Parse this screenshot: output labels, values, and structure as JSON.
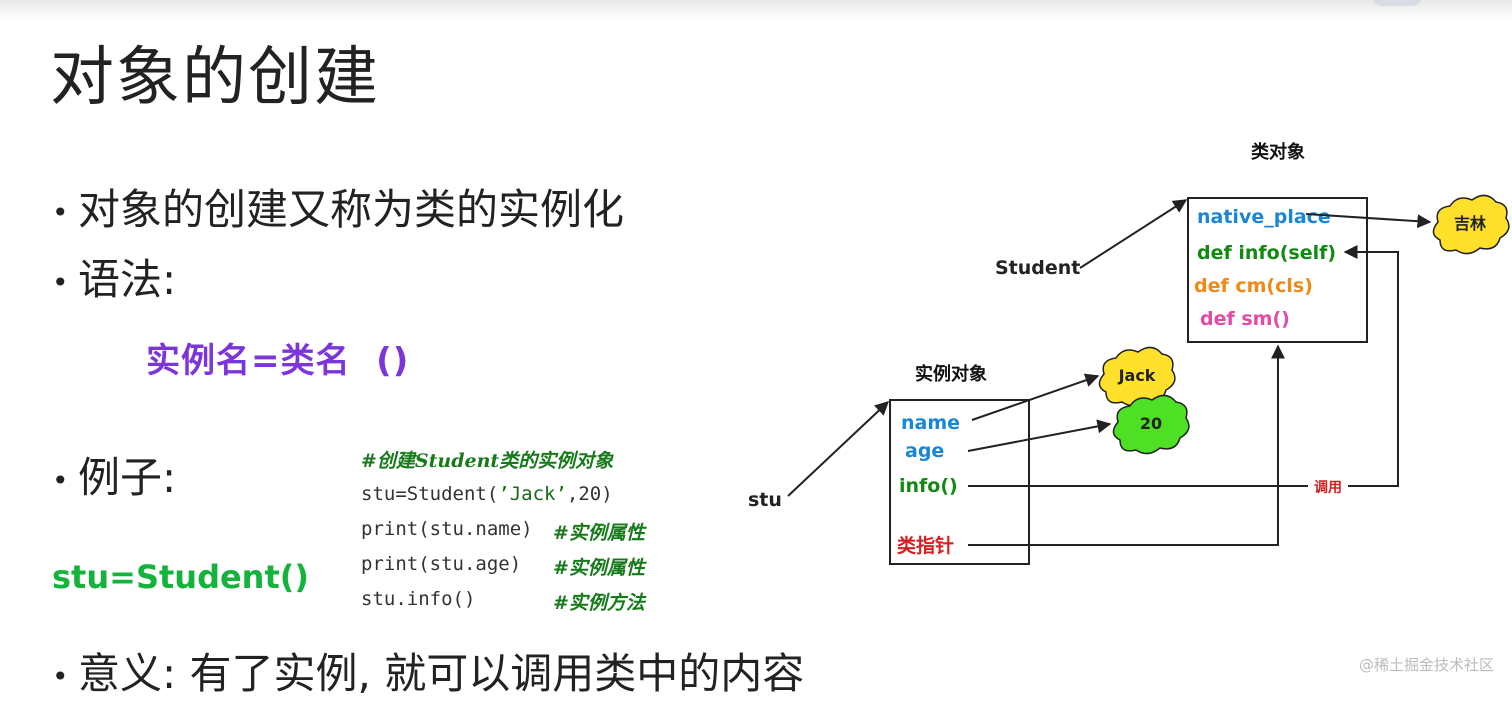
{
  "slide": {
    "title": "对象的创建",
    "bullets": [
      "对象的创建又称为类的实例化",
      "语法:",
      "例子:",
      "意义: 有了实例, 就可以调用类中的内容"
    ],
    "bullet_symbol": "•",
    "syntax": "实例名=类名  ()",
    "example_call": "stu=Student()"
  },
  "code": {
    "comment": "#创建Student类的实例对象",
    "line1_prefix": "stu=Student(",
    "line1_str": "’Jack’",
    "line1_suffix": ",20)",
    "line2": "print(stu.name)",
    "line2_comment": "#实例属性",
    "line3": "print(stu.age)",
    "line3_comment": "#实例属性",
    "line4": "stu.info()",
    "line4_comment": "#实例方法"
  },
  "diagram": {
    "class_title": "类对象",
    "class_label": "Student",
    "class_members": [
      "native_place",
      "def info(self)",
      "def cm(cls)",
      "def sm()"
    ],
    "class_member_colors": [
      "#1a86d6",
      "#128a12",
      "#f08a16",
      "#e24aa6"
    ],
    "instance_title": "实例对象",
    "instance_label": "stu",
    "instance_members": [
      "name",
      "age",
      "info()",
      "类指针"
    ],
    "instance_member_colors": [
      "#1a86d6",
      "#1a86d6",
      "#128a12",
      "#d42020"
    ],
    "value_jack": "Jack",
    "value_age": "20",
    "value_place": "吉林",
    "call_label": "调用"
  },
  "watermark": "@稀土掘金技术社区"
}
